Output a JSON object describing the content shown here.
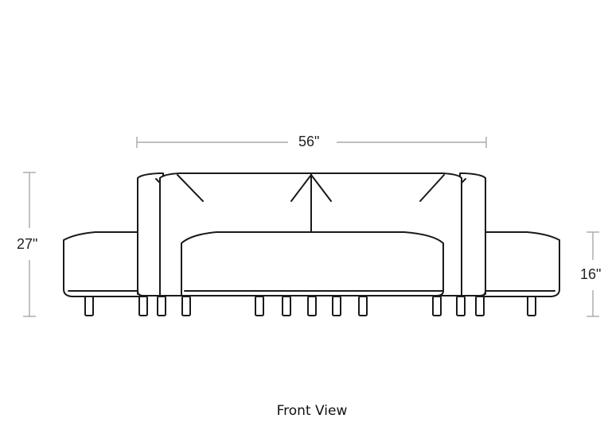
{
  "diagram": {
    "view_label": "Front View",
    "dimensions": {
      "width": {
        "label": "56\"",
        "orientation": "horizontal"
      },
      "overall_height": {
        "label": "27\"",
        "orientation": "vertical",
        "side": "left"
      },
      "seat_height": {
        "label": "16\"",
        "orientation": "vertical",
        "side": "right"
      }
    },
    "components": [
      "left-ottoman",
      "left-arm",
      "backrest",
      "seat-cushion",
      "right-arm",
      "right-ottoman",
      "legs"
    ],
    "leg_count": 13,
    "colors": {
      "stroke": "#1a1a1a",
      "dimension_line": "#a8a8a8",
      "background": "#ffffff"
    }
  }
}
